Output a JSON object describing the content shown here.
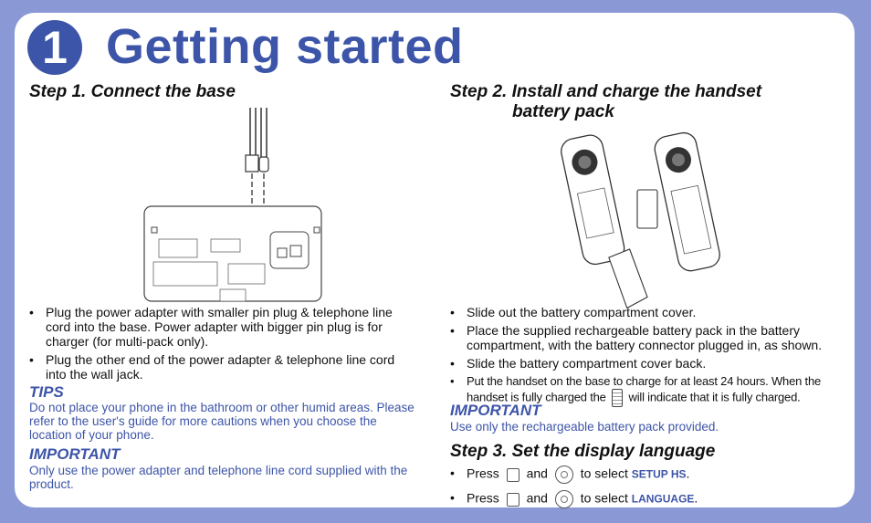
{
  "header": {
    "step_number": "1",
    "title": "Getting started"
  },
  "step1": {
    "heading": "Step 1. Connect the base",
    "bullets": [
      "Plug the power adapter with smaller pin plug & telephone line cord into the base. Power adapter with bigger pin plug is for charger (for multi-pack only).",
      "Plug the other end of the power adapter & telephone line cord into the wall jack."
    ],
    "tips_heading": "TIPS",
    "tips_text": "Do not place your phone in the bathroom or other humid areas. Please refer to the user's guide for more cautions when you choose the location of your phone.",
    "important_heading": "IMPORTANT",
    "important_text": "Only use the power adapter and telephone line cord supplied with the product."
  },
  "step2": {
    "heading_line1": "Step 2. Install and charge the handset",
    "heading_line2": "battery pack",
    "bullets": [
      "Slide out the battery compartment cover.",
      "Place the supplied rechargeable battery pack in the battery compartment, with the battery connector plugged in, as shown.",
      "Slide the battery compartment cover back."
    ],
    "bullet4_part1": "Put the handset on the base to charge for at least 24 hours. When the handset is fully charged the",
    "bullet4_part2": "will indicate that it is fully charged.",
    "important_heading": "IMPORTANT",
    "important_text": "Use only the rechargeable battery pack provided."
  },
  "step3": {
    "heading": "Step 3. Set the display language",
    "press": "Press",
    "and": "and",
    "to_select": "to select",
    "option1": "SETUP HS",
    "option2": "LANGUAGE",
    "period": "."
  },
  "icons": [
    "battery-icon",
    "menu-key-icon",
    "nav-key-icon"
  ]
}
